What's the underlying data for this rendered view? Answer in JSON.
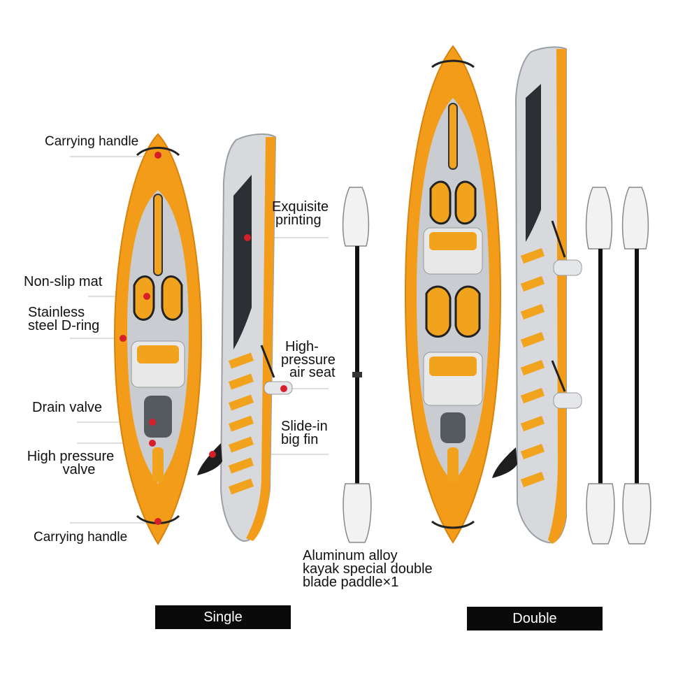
{
  "colors": {
    "hull": "#f39c1a",
    "hull_dark": "#d9820c",
    "deck": "#c9ccd1",
    "deck_light": "#e4e6e9",
    "pattern": "#2b2e33",
    "pad": "#f2a31e",
    "valve_dot": "#d51f2a",
    "paddle": "#f2f2f2",
    "shaft": "#111111",
    "caption_bg": "#0a0a0a",
    "caption_text": "#ffffff"
  },
  "labels": {
    "carrying_handle_top": "Carrying handle",
    "non_slip_mat": "Non-slip mat",
    "d_ring_line1": "Stainless",
    "d_ring_line2": "steel D-ring",
    "drain_valve": "Drain valve",
    "hp_valve_line1": "High pressure",
    "hp_valve_line2": "valve",
    "carrying_handle_bottom": "Carrying handle",
    "printing_line1": "Exquisite",
    "printing_line2": "printing",
    "seat_line1": "High-",
    "seat_line2": "pressure",
    "seat_line3": "air seat",
    "fin_line1": "Slide-in",
    "fin_line2": "big fin",
    "paddle_line1": "Aluminum alloy",
    "paddle_line2": "kayak special double",
    "paddle_line3": "blade paddle×1"
  },
  "captions": {
    "single": "Single",
    "double": "Double"
  },
  "icons": {
    "single_top": "kayak-top-view-icon",
    "single_side": "kayak-side-view-icon",
    "double_top": "double-kayak-top-view-icon",
    "double_side": "double-kayak-side-view-icon",
    "paddle": "paddle-icon"
  }
}
